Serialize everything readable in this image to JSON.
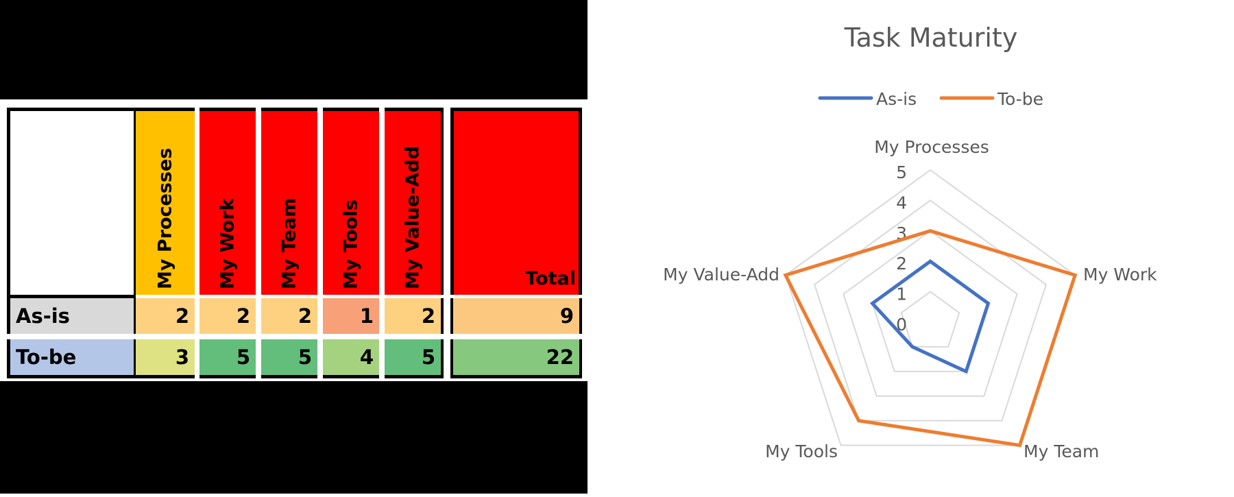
{
  "table": {
    "columns": [
      {
        "label": "My Processes",
        "header_color": "#FFC000"
      },
      {
        "label": "My Work",
        "header_color": "#FF0000"
      },
      {
        "label": "My Team",
        "header_color": "#FF0000"
      },
      {
        "label": "My Tools",
        "header_color": "#FF0000"
      },
      {
        "label": "My Value-Add",
        "header_color": "#FF0000"
      }
    ],
    "total_label": "Total",
    "total_header_color": "#FF0000",
    "rows": [
      {
        "label": "As-is",
        "label_color": "#D9D9D9",
        "values": [
          "2",
          "2",
          "2",
          "1",
          "2"
        ],
        "colors": [
          "#FDD17F",
          "#FDD17F",
          "#FDD17F",
          "#F8A077",
          "#FDD17F"
        ],
        "total": "9",
        "total_color": "#FCC77E"
      },
      {
        "label": "To-be",
        "label_color": "#B4C6E7",
        "values": [
          "3",
          "5",
          "5",
          "4",
          "5"
        ],
        "colors": [
          "#DFE283",
          "#63BE7B",
          "#63BE7B",
          "#A5D27F",
          "#63BE7B"
        ],
        "total": "22",
        "total_color": "#86C87D"
      }
    ]
  },
  "chart_data": {
    "type": "radar",
    "title": "Task Maturity",
    "categories": [
      "My Processes",
      "My Work",
      "My Team",
      "My Tools",
      "My Value-Add"
    ],
    "series": [
      {
        "name": "As-is",
        "color": "#4472C4",
        "values": [
          2,
          2,
          2,
          1,
          2
        ]
      },
      {
        "name": "To-be",
        "color": "#ED7D31",
        "values": [
          3,
          5,
          5,
          4,
          5
        ]
      }
    ],
    "axis": {
      "min": 0,
      "max": 5,
      "ticks": [
        "0",
        "1",
        "2",
        "3",
        "4",
        "5"
      ]
    },
    "legend_position": "top",
    "gridline_color": "#D9D9D9"
  }
}
